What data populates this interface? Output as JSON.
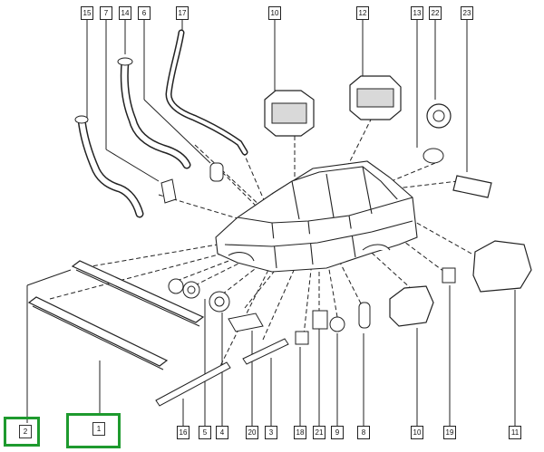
{
  "diagram": {
    "callouts_top": [
      {
        "id": "c15",
        "label": "15"
      },
      {
        "id": "c7",
        "label": "7"
      },
      {
        "id": "c14",
        "label": "14"
      },
      {
        "id": "c6",
        "label": "6"
      },
      {
        "id": "c17",
        "label": "17"
      },
      {
        "id": "c10a",
        "label": "10"
      },
      {
        "id": "c12",
        "label": "12"
      },
      {
        "id": "c13",
        "label": "13"
      },
      {
        "id": "c22",
        "label": "22"
      },
      {
        "id": "c23",
        "label": "23"
      }
    ],
    "callouts_bottom": [
      {
        "id": "c2",
        "label": "2",
        "highlighted": true
      },
      {
        "id": "c1",
        "label": "1",
        "highlighted": true
      },
      {
        "id": "c16",
        "label": "16"
      },
      {
        "id": "c5",
        "label": "5"
      },
      {
        "id": "c4",
        "label": "4"
      },
      {
        "id": "c20",
        "label": "20"
      },
      {
        "id": "c3",
        "label": "3"
      },
      {
        "id": "c18",
        "label": "18"
      },
      {
        "id": "c21",
        "label": "21"
      },
      {
        "id": "c9",
        "label": "9"
      },
      {
        "id": "c8",
        "label": "8"
      },
      {
        "id": "c10b",
        "label": "10"
      },
      {
        "id": "c19",
        "label": "19"
      },
      {
        "id": "c11",
        "label": "11"
      }
    ],
    "highlight_color": "#1e9a2e",
    "line_color": "#222222"
  }
}
